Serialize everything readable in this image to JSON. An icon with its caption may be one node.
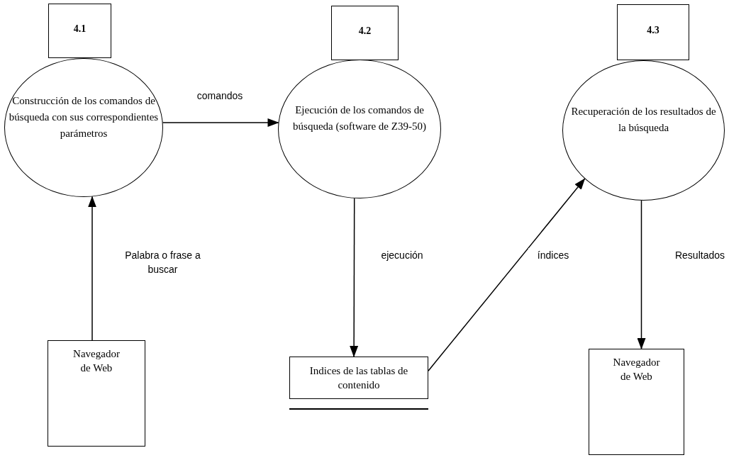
{
  "diagram": {
    "nodes": [
      {
        "text": [
          "4.1"
        ]
      },
      {
        "text": [
          "Construcción de los comandos de búsqueda con sus correspondientes parámetros"
        ]
      },
      {
        "text": [
          "4.2"
        ]
      },
      {
        "text": [
          "Ejecución de los comandos de búsqueda (software de Z39-50)"
        ]
      },
      {
        "text": [
          "4.3"
        ]
      },
      {
        "text": [
          "Recuperación de los resultados de la búsqueda"
        ]
      },
      {
        "text": [
          "Navegador de Web"
        ]
      },
      {
        "text": [
          "Indices de las tablas de contenido"
        ]
      },
      {
        "text": [
          "Navegador de Web"
        ]
      }
    ],
    "edges": [
      {
        "from": 6,
        "to": 1,
        "arrow": "to",
        "label": "Palabra o frase a buscar"
      },
      {
        "from": 1,
        "to": 3,
        "arrow": "to",
        "label": "comandos"
      },
      {
        "from": 3,
        "to": 7,
        "arrow": "to",
        "label": "ejecución"
      },
      {
        "from": 7,
        "to": 5,
        "arrow": "to",
        "label": "índices"
      },
      {
        "from": 5,
        "to": 8,
        "arrow": "to",
        "label": "Resultados"
      }
    ]
  }
}
